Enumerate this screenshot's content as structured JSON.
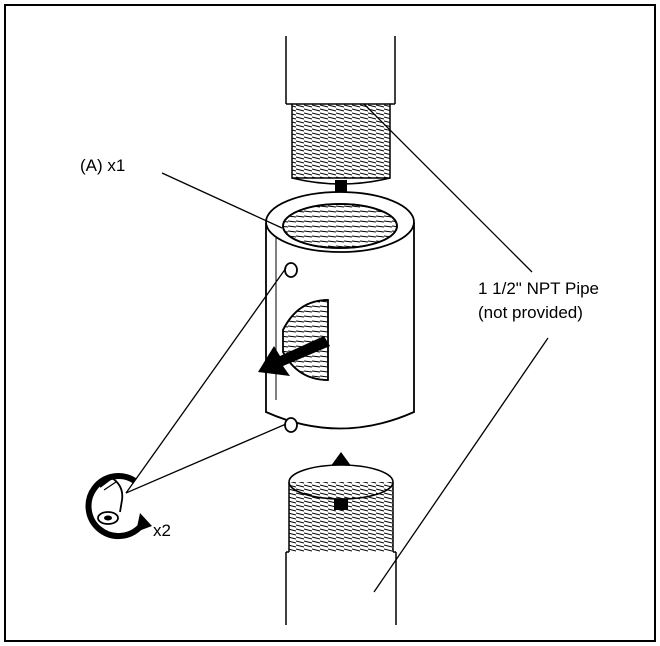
{
  "labels": {
    "part_a": "(A) x1",
    "pipe_line1": "1 1/2\" NPT Pipe",
    "pipe_line2": "(not provided)",
    "screw_qty": "x2"
  },
  "colors": {
    "ink": "#000000",
    "paper": "#ffffff"
  }
}
